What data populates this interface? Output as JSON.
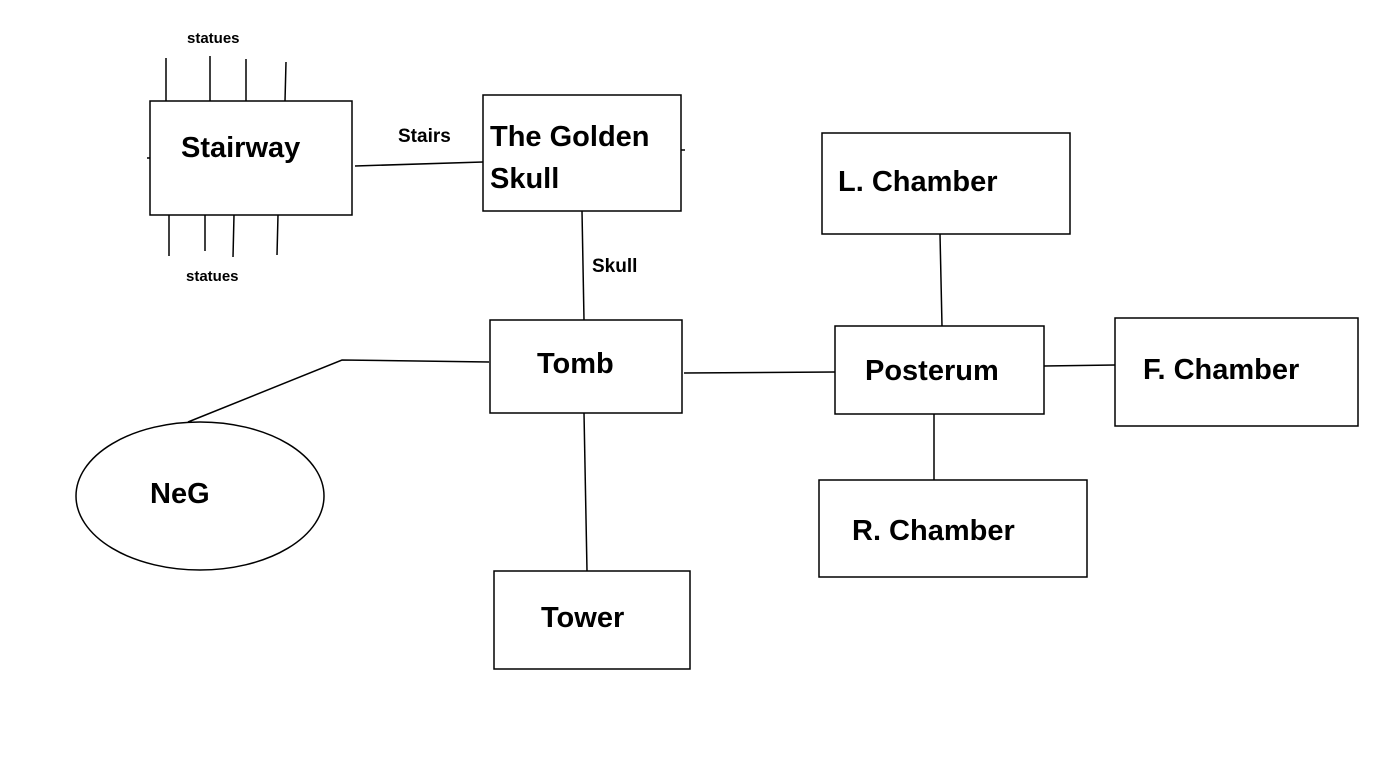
{
  "nodes": {
    "stairway": "Stairway",
    "golden_skull_line1": "The Golden",
    "golden_skull_line2": "Skull",
    "tomb": "Tomb",
    "neg": "NeG",
    "tower": "Tower",
    "posterum": "Posterum",
    "l_chamber": "L. Chamber",
    "f_chamber": "F. Chamber",
    "r_chamber": "R. Chamber"
  },
  "edge_labels": {
    "stairs": "Stairs",
    "skull": "Skull",
    "statues_top": "statues",
    "statues_bottom": "statues"
  },
  "colors": {
    "stroke": "#000000",
    "background": "#ffffff"
  }
}
